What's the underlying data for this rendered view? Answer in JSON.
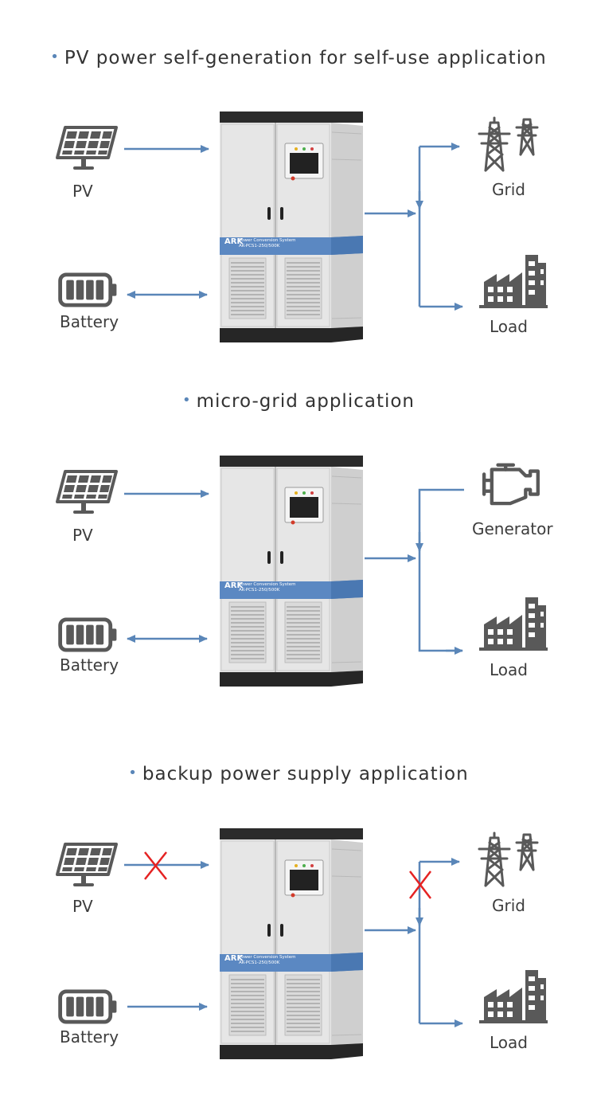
{
  "colors": {
    "accent": "#5a86b8",
    "icon": "#595959",
    "cross": "#e52222"
  },
  "sections": [
    {
      "title": "PV power self-generation for self-use application",
      "inputs": [
        {
          "icon": "solar-panel-icon",
          "label": "PV"
        },
        {
          "icon": "battery-icon",
          "label": "Battery"
        }
      ],
      "outputs": [
        {
          "icon": "transmission-tower-icon",
          "label": "Grid"
        },
        {
          "icon": "factory-icon",
          "label": "Load"
        }
      ]
    },
    {
      "title": "micro-grid application",
      "inputs": [
        {
          "icon": "solar-panel-icon",
          "label": "PV"
        },
        {
          "icon": "battery-icon",
          "label": "Battery"
        }
      ],
      "outputs": [
        {
          "icon": "engine-icon",
          "label": "Generator"
        },
        {
          "icon": "factory-icon",
          "label": "Load"
        }
      ]
    },
    {
      "title": "backup power supply application",
      "inputs": [
        {
          "icon": "solar-panel-icon",
          "label": "PV"
        },
        {
          "icon": "battery-icon",
          "label": "Battery"
        }
      ],
      "outputs": [
        {
          "icon": "transmission-tower-icon",
          "label": "Grid"
        },
        {
          "icon": "factory-icon",
          "label": "Load"
        }
      ]
    }
  ],
  "cabinet": {
    "logo": "ARK",
    "line1": "Power Conversion System",
    "line2": "AK-PCS1-250/500K"
  }
}
